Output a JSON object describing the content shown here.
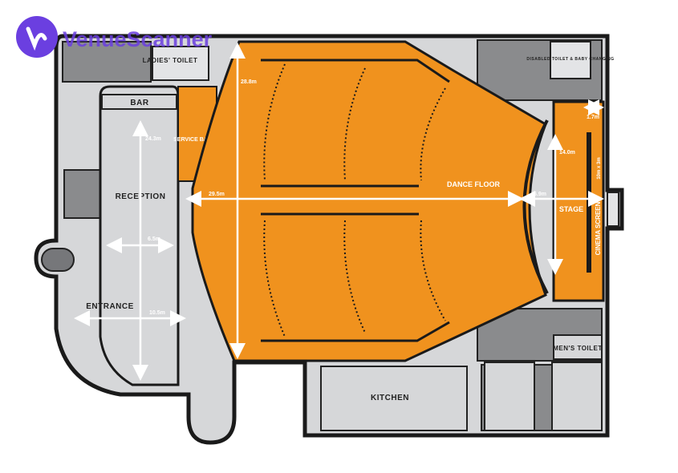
{
  "logo": {
    "text": "VenueScanner",
    "color": "#6b3fe0"
  },
  "colors": {
    "floor": "#f0921e",
    "room": "#d6d7d9",
    "service": "#8a8b8d",
    "wall": "#1a1a1a"
  },
  "rooms": {
    "ladies_toilet": "LADIES' TOILET",
    "bar": "BAR",
    "service_bar": "SERVICE BAR",
    "reception": "RECEPTION",
    "entrance": "ENTRANCE",
    "dance_floor": "DANCE FLOOR",
    "stage": "STAGE",
    "cinema_screen": "CINEMA SCREEN",
    "disabled_toilet": "DISABLED TOILET & BABY CHANGING",
    "mens_toilet": "MEN'S TOILET",
    "kitchen": "KITCHEN"
  },
  "dimensions": {
    "hall_length": "28.8m",
    "hall_width": "29.5m",
    "reception_length": "24.3m",
    "reception_width": "6.5m",
    "entrance_width": "10.5m",
    "stage_depth": "6.9m",
    "stage_width": "14.0m",
    "stage_edge": "1.7m",
    "screen_size": "10m x 3m"
  }
}
